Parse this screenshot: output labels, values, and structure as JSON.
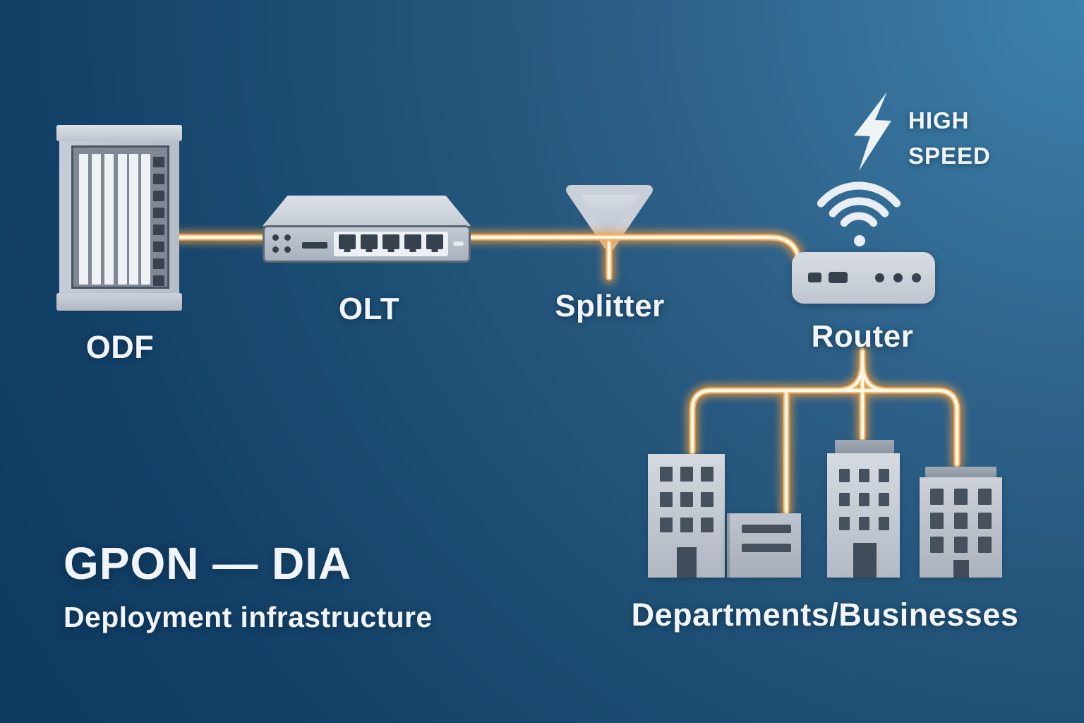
{
  "title": {
    "heading": "GPON — DIA",
    "subtitle": "Deployment infrastructure"
  },
  "high_speed_badge": {
    "line1": "HIGH",
    "line2": "SPEED"
  },
  "nodes": {
    "odf": {
      "label": "ODF",
      "icon": "odf-cabinet-icon"
    },
    "olt": {
      "label": "OLT",
      "icon": "olt-device-icon"
    },
    "splitter": {
      "label": "Splitter",
      "icon": "splitter-triangle-icon"
    },
    "router": {
      "label": "Router",
      "icon": "router-icon",
      "extra_icons": [
        "wifi-icon",
        "lightning-bolt-icon"
      ]
    },
    "destinations": {
      "label": "Departments/Businesses",
      "icon": "office-buildings-icon"
    }
  },
  "links": {
    "style": "glowing-fiber-line",
    "connections": [
      "ODF to OLT to Splitter to Router",
      "Splitter drop line",
      "Router branches to 4 buildings"
    ]
  },
  "colors": {
    "background_light": "#3d82ad",
    "background_dark": "#0c395d",
    "fiber_core": "#fff8e6",
    "fiber_glow": "#ee9a40",
    "device_fill": "#c6cdd6",
    "port_dark": "#37414e",
    "text": "#f1f5f9"
  }
}
